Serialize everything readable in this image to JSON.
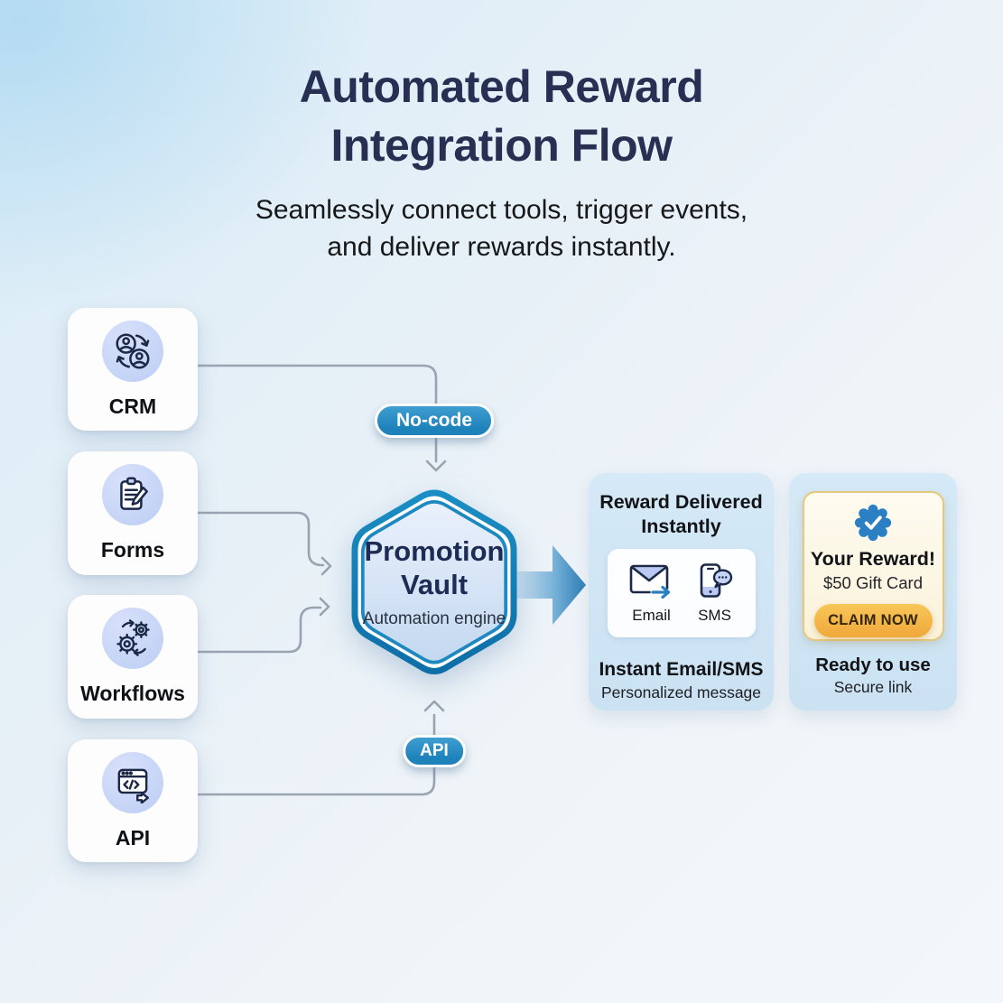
{
  "header": {
    "title_line1": "Automated Reward",
    "title_line2": "Integration Flow",
    "subtitle_line1": "Seamlessly connect tools, trigger events,",
    "subtitle_line2": "and deliver rewards instantly."
  },
  "sources": [
    {
      "label": "CRM",
      "icon": "crm-sync-users-icon"
    },
    {
      "label": "Forms",
      "icon": "forms-clipboard-pencil-icon"
    },
    {
      "label": "Workflows",
      "icon": "workflows-gears-icon"
    },
    {
      "label": "API",
      "icon": "api-browser-code-icon"
    }
  ],
  "hub": {
    "title_line1": "Promotion",
    "title_line2": "Vault",
    "subtitle": "Automation engine"
  },
  "badges": {
    "top": "No-code",
    "bottom": "API"
  },
  "delivery_card": {
    "title_line1": "Reward Delivered",
    "title_line2": "Instantly",
    "channels": [
      {
        "label": "Email"
      },
      {
        "label": "SMS"
      }
    ],
    "footer_line1": "Instant Email/SMS",
    "footer_line2": "Personalized message"
  },
  "reward_card": {
    "title": "Your Reward!",
    "subtitle": "$50 Gift Card",
    "button_label": "CLAIM NOW",
    "footer_line1": "Ready to use",
    "footer_line2": "Secure link"
  },
  "colors": {
    "title_navy": "#272f52",
    "badge_blue": "#2187c0",
    "hex_border_blue": "#1581b8",
    "hex_fill_light": "#cddcf2",
    "connector_gray": "#9aa3b2",
    "card_blue_bg": "#cfe4f4",
    "cream_card_bg": "#fcf7e6",
    "cream_card_border": "#e5c77d",
    "claim_orange": "#f2b044",
    "seal_blue": "#2a80c3",
    "icon_navy": "#1b2947",
    "icon_periwinkle": "#c4d3f6"
  }
}
